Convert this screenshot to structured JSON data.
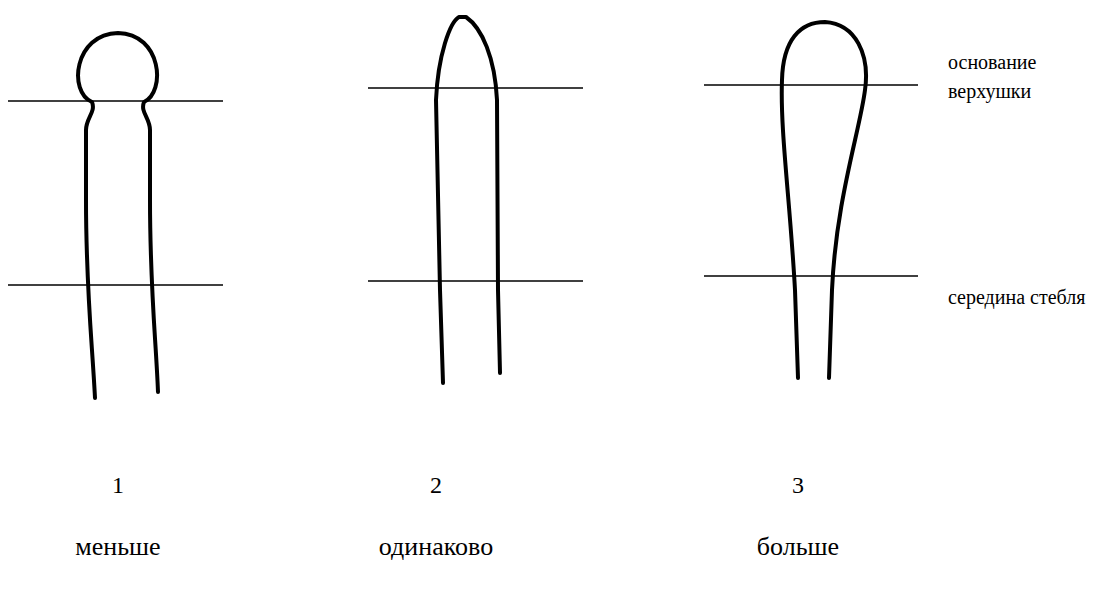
{
  "diagram": {
    "labels": [
      "основание верхушки",
      "середина стебля",
      "1",
      "2",
      "3",
      "меньше",
      "одинаково",
      "больше"
    ]
  }
}
